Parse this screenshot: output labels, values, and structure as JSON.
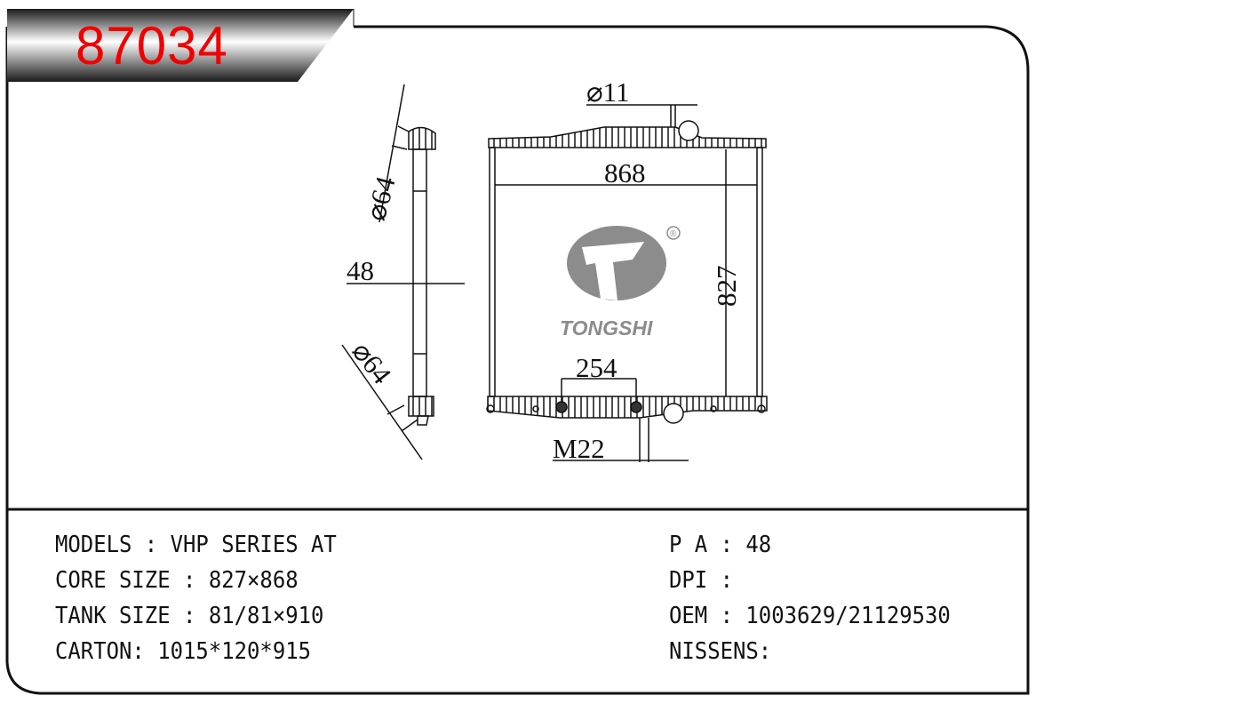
{
  "part_number": "87034",
  "drawing": {
    "dimensions": {
      "inlet_diameter": "⌀11",
      "core_width": "868",
      "core_height": "827",
      "mount_spacing": "254",
      "thread": "M22",
      "depth": "48",
      "top_pipe_diameter": "⌀64",
      "bottom_pipe_diameter": "⌀64"
    },
    "logo": {
      "brand": "TONGSHI",
      "registered": "®"
    }
  },
  "specs": {
    "left": [
      {
        "label": "MODELS : ",
        "value": "VHP SERIES AT"
      },
      {
        "label": "CORE SIZE : ",
        "value": "827×868"
      },
      {
        "label": "TANK SIZE : ",
        "value": "81/81×910"
      },
      {
        "label": "CARTON: ",
        "value": "1015*120*915"
      }
    ],
    "right": [
      {
        "label": "P A : ",
        "value": "48"
      },
      {
        "label": "DPI : ",
        "value": ""
      },
      {
        "label": "OEM : ",
        "value": "1003629/21129530"
      },
      {
        "label": "NISSENS:",
        "value": ""
      }
    ]
  },
  "colors": {
    "title": "#f00000",
    "logo": "#8c8c8c"
  }
}
